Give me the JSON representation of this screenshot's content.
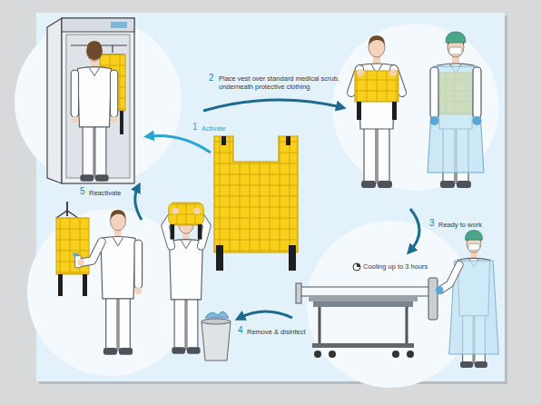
{
  "diagram": {
    "labels": [
      "1",
      "Activate",
      "2",
      "Place vest over standard medical scrub, underneath protective clothing",
      "3",
      "Ready to work",
      "Cooling up to 3 hours",
      "4",
      "Remove & disinfect",
      "5",
      "Reactivate"
    ]
  }
}
